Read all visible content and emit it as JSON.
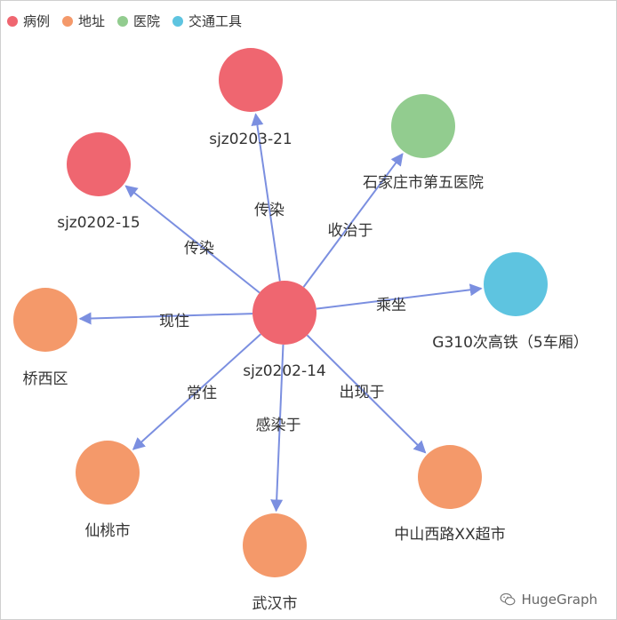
{
  "legend": [
    {
      "label": "病例",
      "color": "#ef6670"
    },
    {
      "label": "地址",
      "color": "#f4996a"
    },
    {
      "label": "医院",
      "color": "#92cc8f"
    },
    {
      "label": "交通工具",
      "color": "#5ec4e0"
    }
  ],
  "nodes": [
    {
      "id": "center",
      "label": "sjz0202-14",
      "category": "病例"
    },
    {
      "id": "n1",
      "label": "sjz0203-21",
      "category": "病例"
    },
    {
      "id": "n2",
      "label": "sjz0202-15",
      "category": "病例"
    },
    {
      "id": "n3",
      "label": "石家庄市第五医院",
      "category": "医院"
    },
    {
      "id": "n4",
      "label": "G310次高铁（5车厢）",
      "category": "交通工具"
    },
    {
      "id": "n5",
      "label": "桥西区",
      "category": "地址"
    },
    {
      "id": "n6",
      "label": "仙桃市",
      "category": "地址"
    },
    {
      "id": "n7",
      "label": "武汉市",
      "category": "地址"
    },
    {
      "id": "n8",
      "label": "中山西路XX超市",
      "category": "地址"
    }
  ],
  "edges": [
    {
      "source": "center",
      "target": "n1",
      "label": "传染"
    },
    {
      "source": "center",
      "target": "n2",
      "label": "传染"
    },
    {
      "source": "center",
      "target": "n3",
      "label": "收治于"
    },
    {
      "source": "center",
      "target": "n4",
      "label": "乘坐"
    },
    {
      "source": "center",
      "target": "n5",
      "label": "现住"
    },
    {
      "source": "center",
      "target": "n6",
      "label": "常住"
    },
    {
      "source": "center",
      "target": "n7",
      "label": "感染于"
    },
    {
      "source": "center",
      "target": "n8",
      "label": "出现于"
    }
  ],
  "watermark": {
    "text": "HugeGraph"
  }
}
